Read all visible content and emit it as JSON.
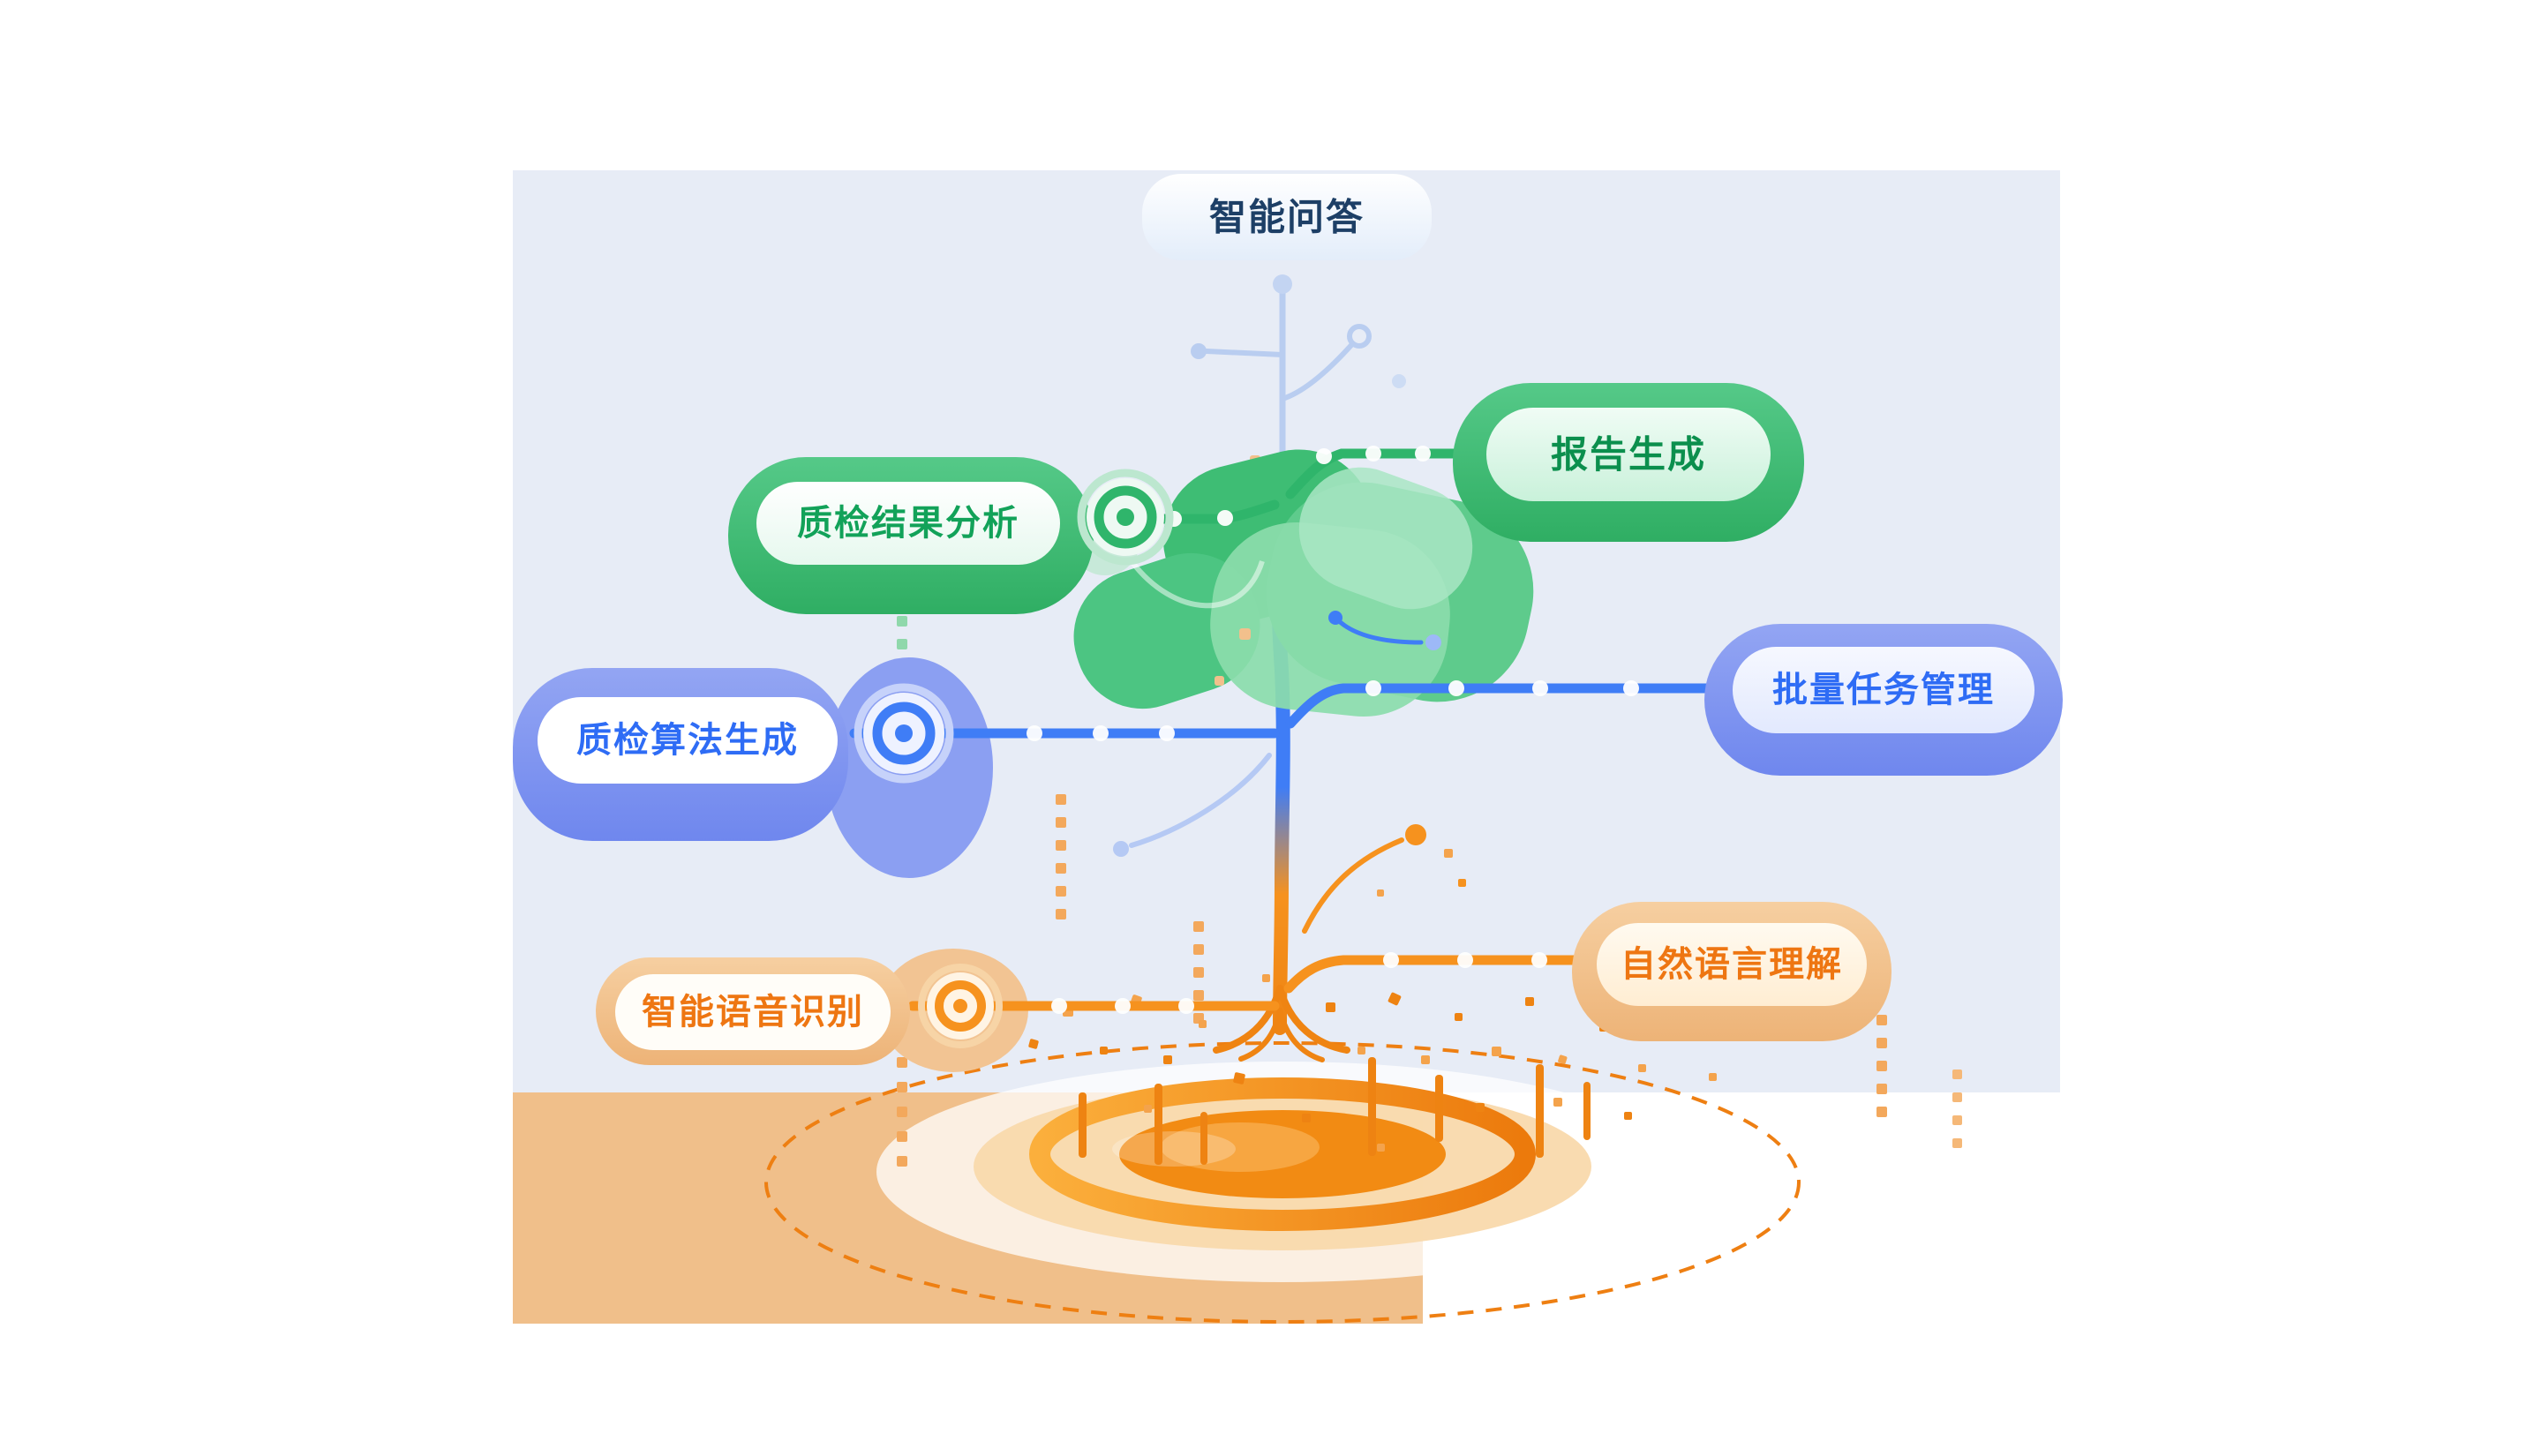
{
  "nodes": {
    "qa": {
      "label": "智能问答",
      "text_color": "#1d3f66"
    },
    "report": {
      "label": "报告生成",
      "text_color": "#0b8f4d"
    },
    "analysis": {
      "label": "质检结果分析",
      "text_color": "#12a259"
    },
    "batch": {
      "label": "批量任务管理",
      "text_color": "#2e6cf5"
    },
    "algorithm": {
      "label": "质检算法生成",
      "text_color": "#2e6cf5"
    },
    "nlu": {
      "label": "自然语言理解",
      "text_color": "#ee7612"
    },
    "asr": {
      "label": "智能语音识别",
      "text_color": "#ee7612"
    }
  },
  "colors": {
    "panel_bg": "#e7ecf6",
    "ground_block": "#f0bf8a",
    "green": "#2fb56b",
    "green_box": "#3fbe74",
    "green_leaf_light": "#8bdcab",
    "blue": "#3f7df6",
    "blue_box": "#7d92ef",
    "stem_light_blue": "#b9cdf0",
    "orange": "#f6921e",
    "orange_deep": "#ee8312",
    "tan_box": "#f2c493",
    "dashed_ring": "#ee7f12"
  }
}
